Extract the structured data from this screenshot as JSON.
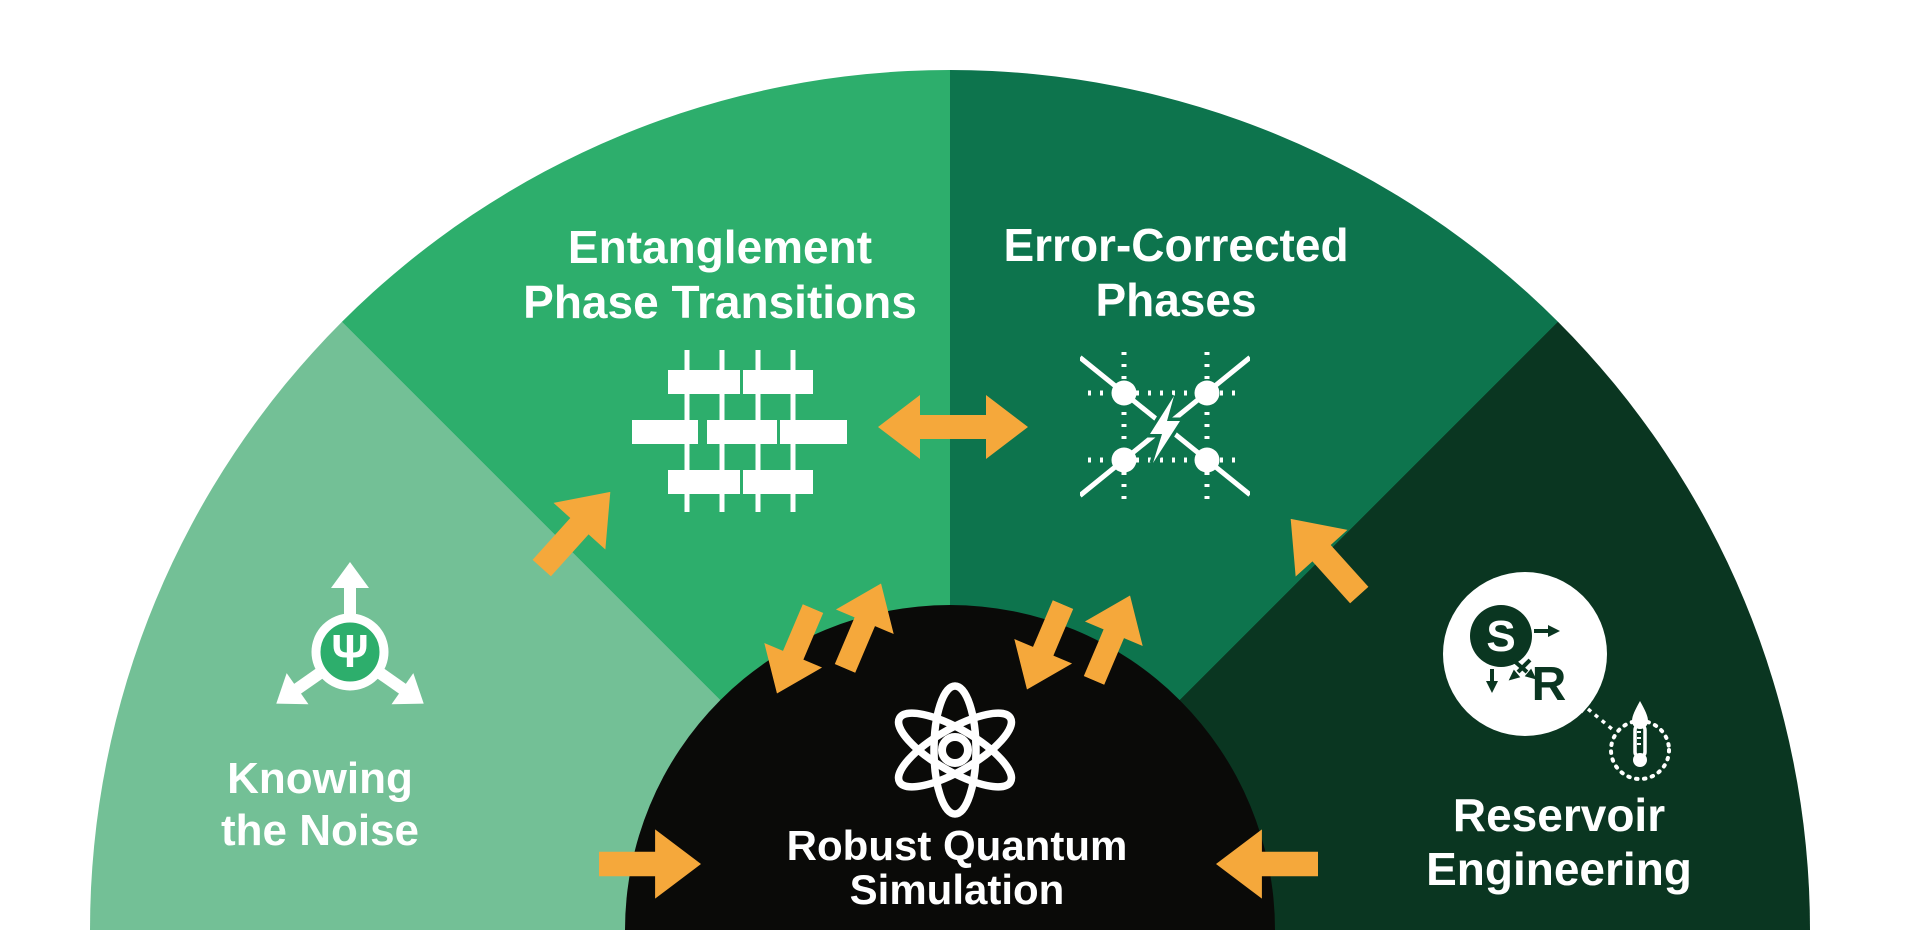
{
  "diagram": {
    "center": {
      "line1": "Robust Quantum",
      "line2": "Simulation"
    },
    "sections": [
      {
        "id": "knowing-the-noise",
        "line1": "Knowing",
        "line2": "the Noise"
      },
      {
        "id": "entanglement-phase-transitions",
        "line1": "Entanglement",
        "line2": "Phase Transitions"
      },
      {
        "id": "error-corrected-phases",
        "line1": "Error-Corrected",
        "line2": "Phases"
      },
      {
        "id": "reservoir-engineering",
        "line1": "Reservoir",
        "line2": "Engineering"
      }
    ],
    "glyphs": {
      "psi": "Ψ",
      "system": "S",
      "reservoir": "R"
    }
  },
  "colors": {
    "page-bg": "#FFFFFF",
    "green-light": "#73C096",
    "green-mid": "#2DAE6C",
    "green-dark": "#0D744D",
    "green-darkest": "#0A3621",
    "ink": "#0A0A08",
    "orange": "#F5A83B",
    "white": "#FFFFFF"
  }
}
